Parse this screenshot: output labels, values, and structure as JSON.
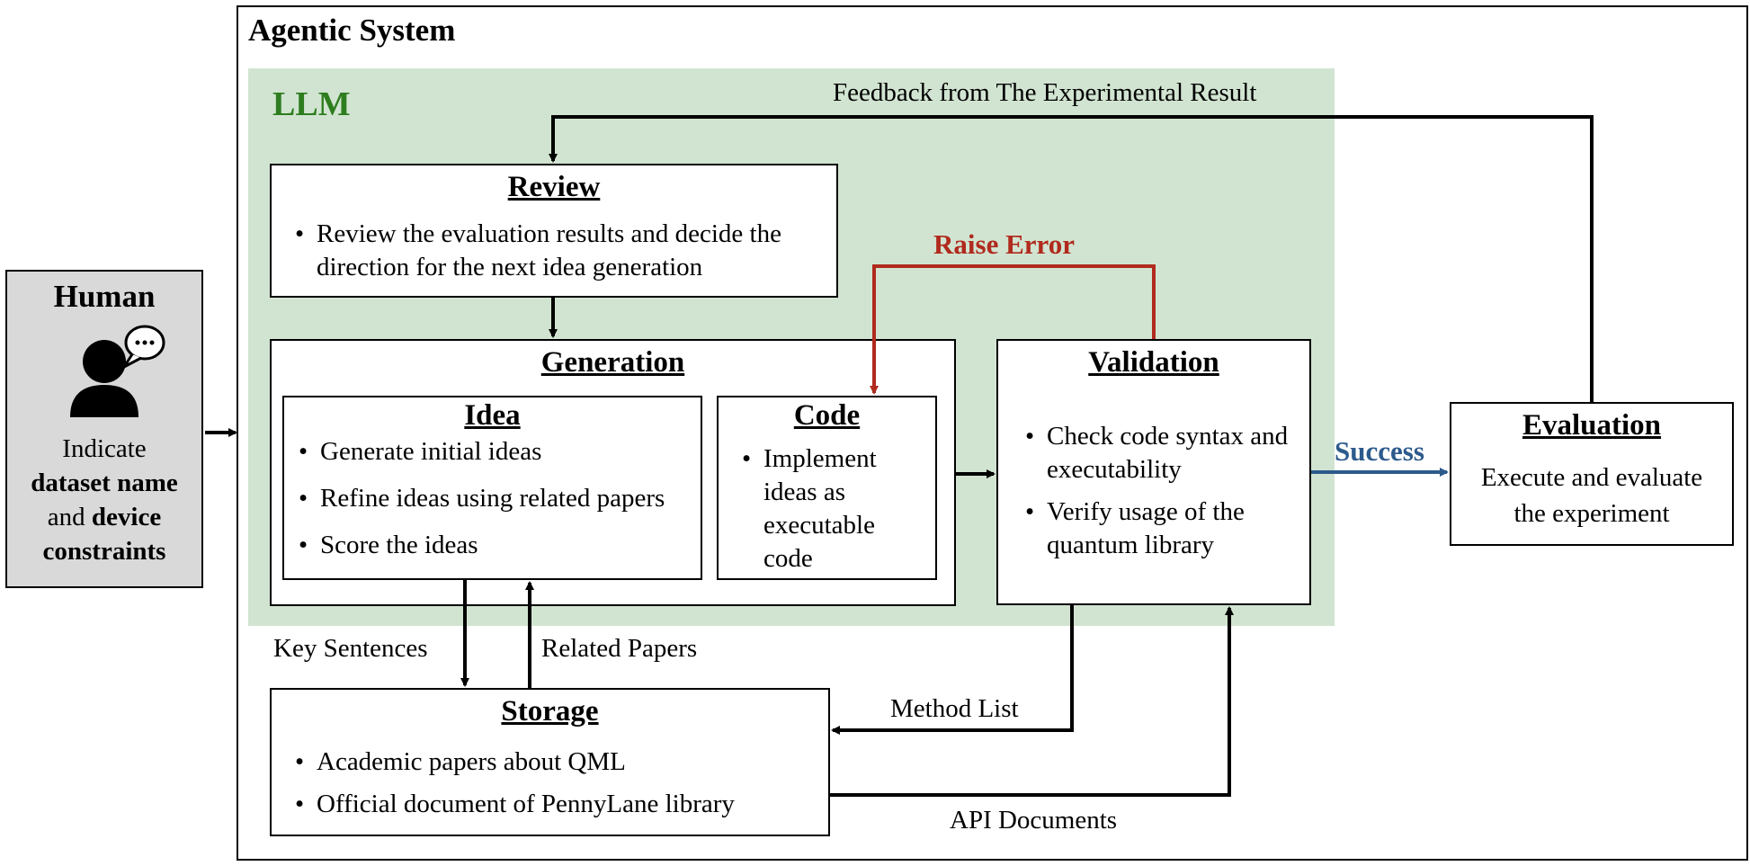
{
  "agentic_system": {
    "title": "Agentic System"
  },
  "llm": {
    "title": "LLM",
    "color": "#2e7d1f",
    "background": "#d1e4d1"
  },
  "human": {
    "title": "Human",
    "text_line1": "Indicate",
    "text_bold1": "dataset name",
    "text_and": "and",
    "text_bold2": "device",
    "text_bold3": "constraints",
    "background": "#d9d9d9"
  },
  "review": {
    "title": "Review",
    "items": [
      "Review the evaluation results and decide the direction for the next idea generation"
    ]
  },
  "generation": {
    "title": "Generation"
  },
  "idea": {
    "title": "Idea",
    "items": [
      "Generate initial ideas",
      "Refine ideas using related papers",
      "Score the ideas"
    ]
  },
  "code": {
    "title": "Code",
    "items": [
      "Implement ideas as executable code"
    ]
  },
  "validation": {
    "title": "Validation",
    "items": [
      "Check code syntax and executability",
      "Verify usage of the quantum library"
    ]
  },
  "evaluation": {
    "title": "Evaluation",
    "text": "Execute and evaluate the experiment"
  },
  "storage": {
    "title": "Storage",
    "items": [
      "Academic papers about QML",
      "Official document of PennyLane library"
    ]
  },
  "labels": {
    "feedback": "Feedback from The Experimental Result",
    "raise_error": "Raise Error",
    "success": "Success",
    "key_sentences": "Key Sentences",
    "related_papers": "Related Papers",
    "method_list": "Method List",
    "api_documents": "API Documents"
  },
  "colors": {
    "error": "#b02a1d",
    "success": "#2d5a8c"
  }
}
